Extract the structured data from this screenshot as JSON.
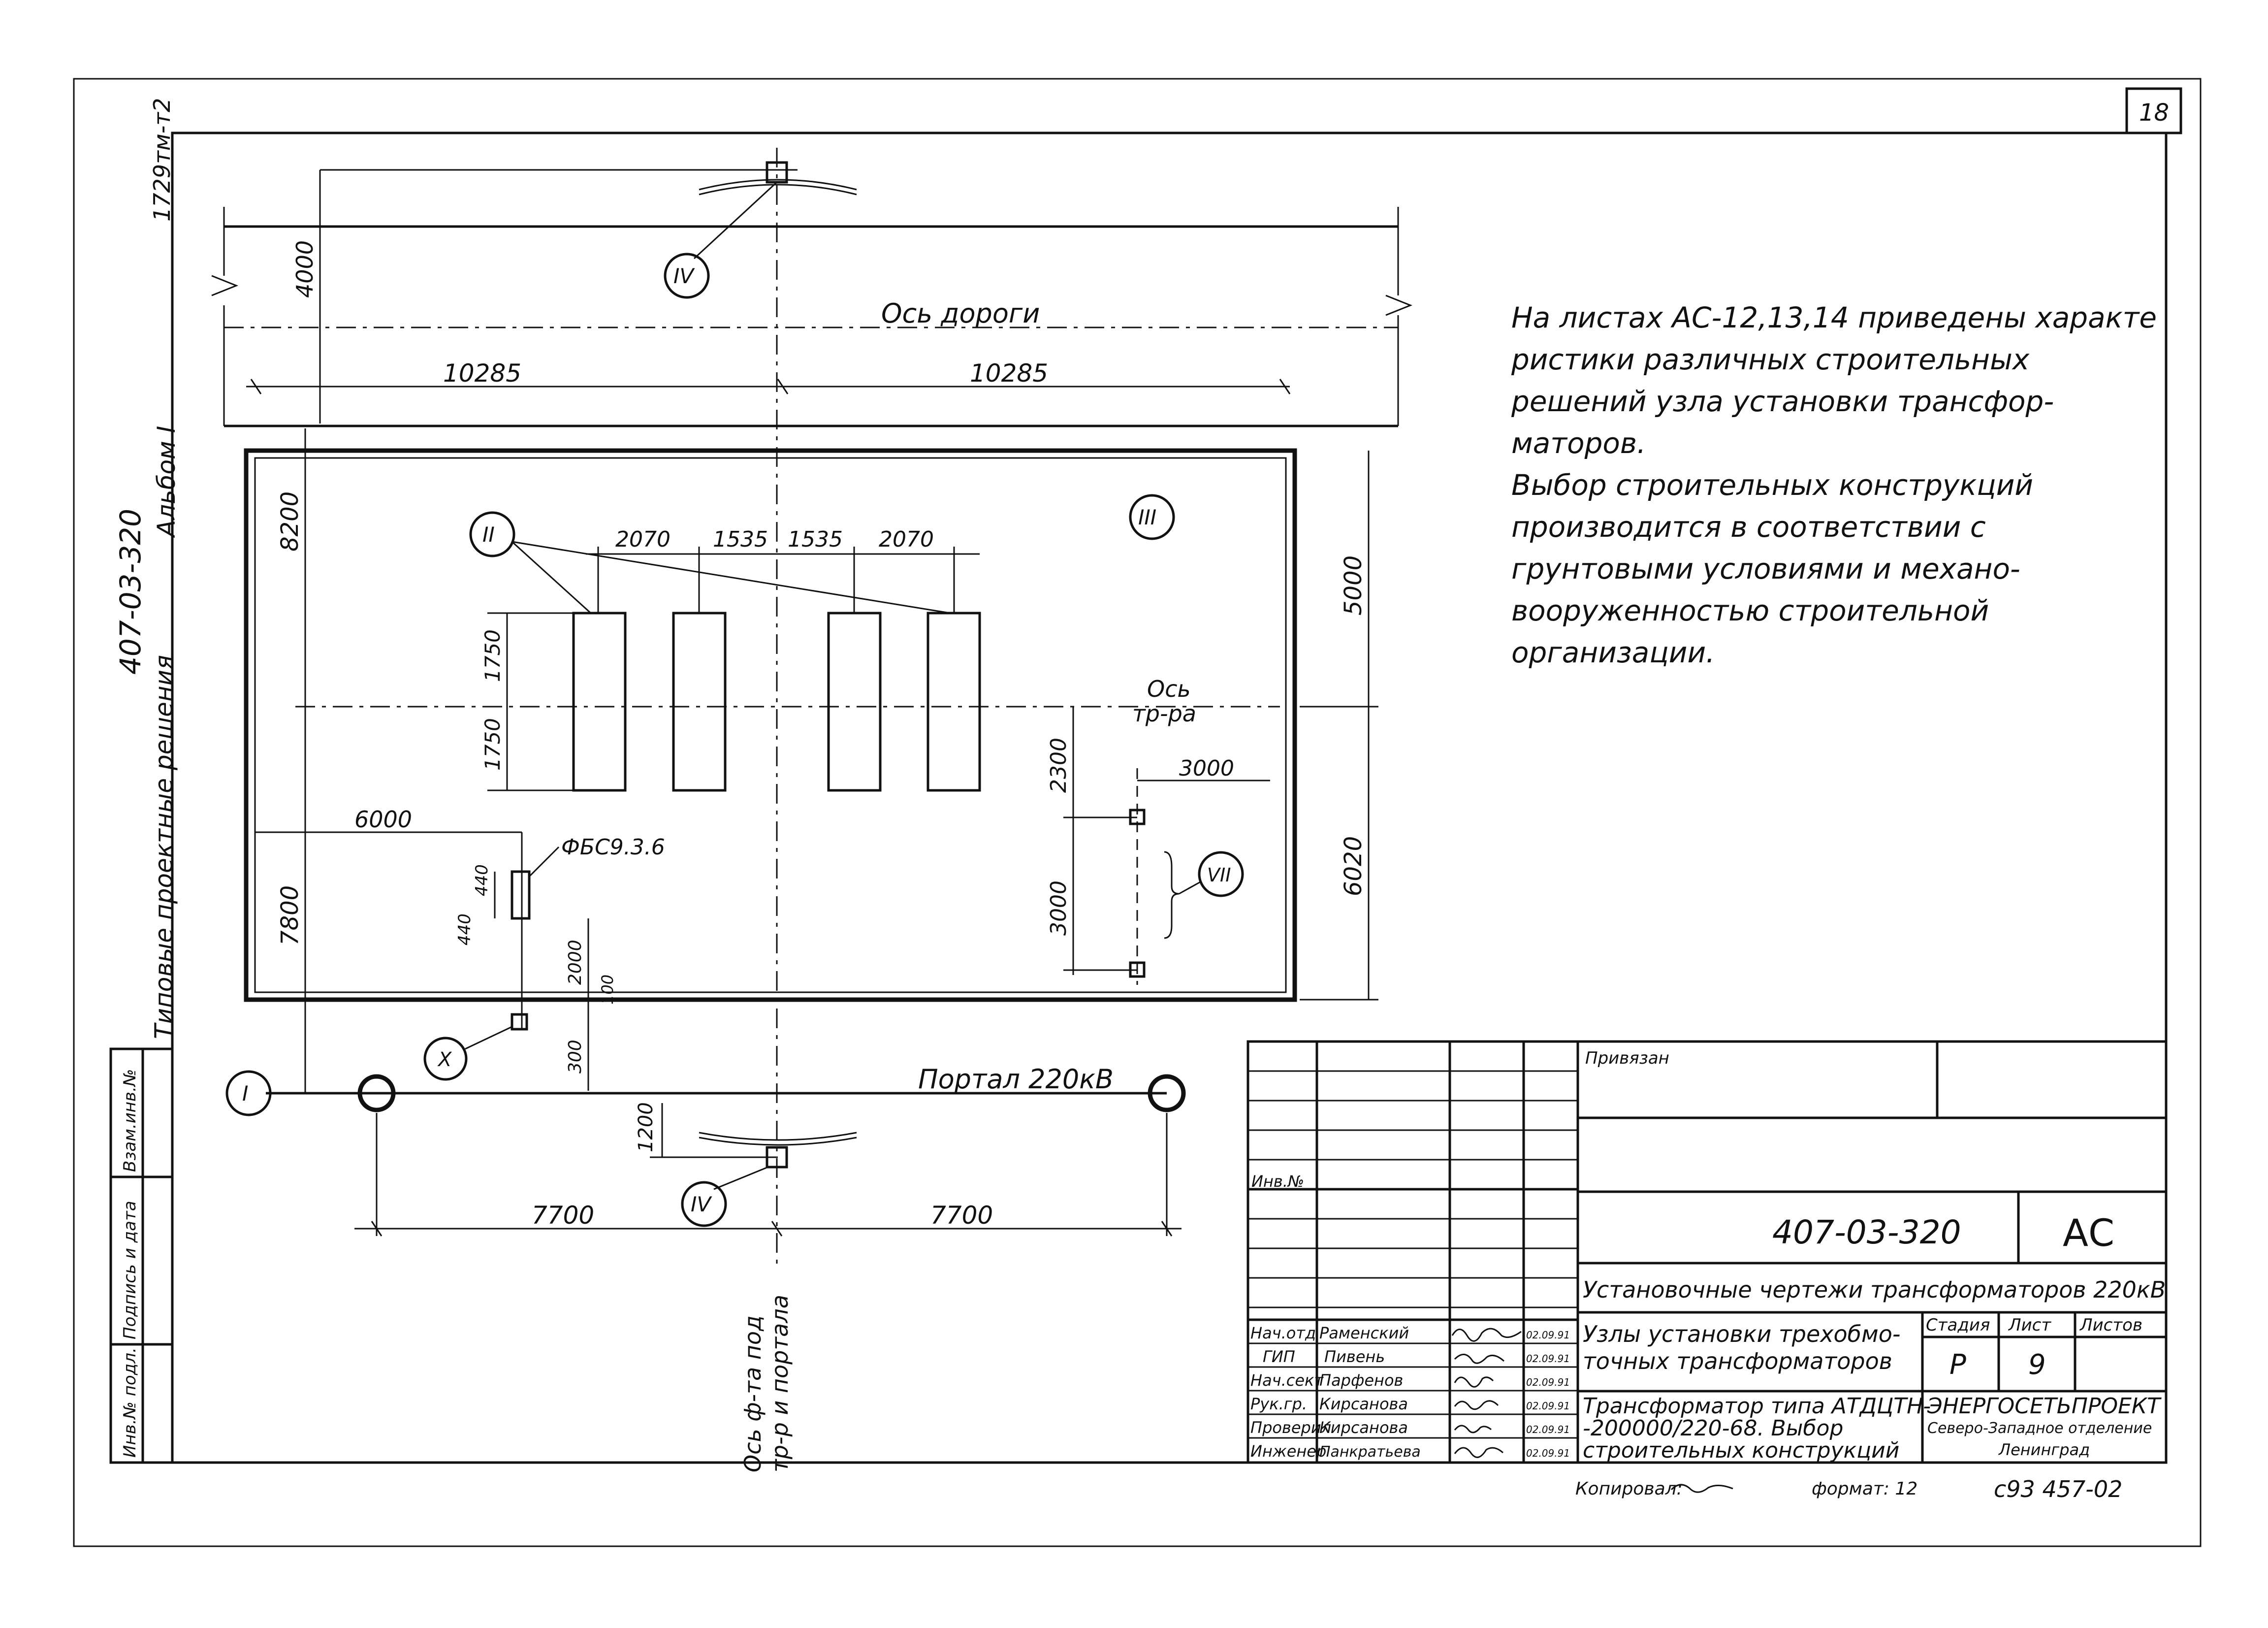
{
  "sheet": {
    "sheet_corner_no": "18",
    "vertical_left_texts": {
      "typical_solutions": "Типовые проектные решения",
      "doc_code": "407-03-320",
      "album": "Альбом I",
      "corner_code": "1729тм-т2"
    },
    "left_stamp": {
      "inv_podl": "Инв.№ подл.",
      "podpis_data": "Подпись и дата",
      "vzam_inv": "Взам.инв.№"
    }
  },
  "drawing": {
    "road_axis_label": "Ось дороги",
    "transformer_axis_label": [
      "Ось",
      "тр-ра"
    ],
    "portal_label": "Портал 220кВ",
    "foundation_axis_label": [
      "Ось ф-та под",
      "тр-р и портала"
    ],
    "foundation_mark": "ФБС9.3.6",
    "callouts": {
      "I": "I",
      "II": "II",
      "III": "III",
      "IV_top": "IV",
      "IV_bottom": "IV",
      "VII": "VII",
      "X": "X"
    },
    "dimensions": {
      "top_left_half": "10285",
      "top_right_half": "10285",
      "left_top_vertical": "8200",
      "left_bottom_vertical": "7800",
      "road_offset": "4000",
      "right_top": "5000",
      "right_bottom": "6020",
      "rail_gap_1": "2070",
      "rail_gap_2": "1535",
      "rail_gap_3": "1535",
      "rail_gap_4": "2070",
      "rail_upper_len": "1750",
      "rail_lower_len": "1750",
      "foundation_offset": "6000",
      "block_440_a": "440",
      "block_440_b": "440",
      "block_2000": "2000",
      "block_100": "100",
      "block_300": "300",
      "pit_2300": "2300",
      "pit_3000_h": "3000",
      "pit_3000_v": "3000",
      "portal_1200": "1200",
      "portal_left": "7700",
      "portal_right": "7700"
    }
  },
  "note": {
    "lines": [
      "На листах АС-12,13,14 приведены характе",
      "ристики различных строительных",
      "решений узла установки трансфор-",
      "маторов.",
      "Выбор строительных конструкций",
      "производится в соответствии с",
      "грунтовыми условиями и механо-",
      "вооруженностью строительной",
      "организации."
    ]
  },
  "title_block": {
    "privyazan": "Привязан",
    "inv_no": "Инв.№",
    "code": "407-03-320",
    "mark": "АС",
    "project_title": "Установочные чертежи трансформаторов 220кВ",
    "sheet_title": [
      "Узлы установки трехобмо-",
      "точных трансформаторов"
    ],
    "drawing_title": [
      "Трансформатор типа АТДЦТН-",
      "-200000/220-68. Выбор",
      "строительных конструкций"
    ],
    "stage_header": "Стадия",
    "sheet_header": "Лист",
    "sheets_header": "Листов",
    "stage": "Р",
    "sheet_no": "9",
    "organization": [
      "ЭНЕРГОСЕТЬПРОЕКТ",
      "Северо-Западное отделение",
      "Ленинград"
    ],
    "staff": [
      {
        "role": "Нач.отд",
        "name": "Раменский",
        "date": "02.09.91"
      },
      {
        "role": "ГИП",
        "name": "Пивень",
        "date": "02.09.91"
      },
      {
        "role": "Нач.сект",
        "name": "Парфенов",
        "date": "02.09.91"
      },
      {
        "role": "Рук.гр.",
        "name": "Кирсанова",
        "date": "02.09.91"
      },
      {
        "role": "Проверил",
        "name": "Кирсанова",
        "date": "02.09.91"
      },
      {
        "role": "Инженер",
        "name": "Панкратьева",
        "date": "02.09.91"
      }
    ],
    "copied": "Копировал:",
    "format": "формат: 12",
    "archive_no": "с93 457-02"
  }
}
